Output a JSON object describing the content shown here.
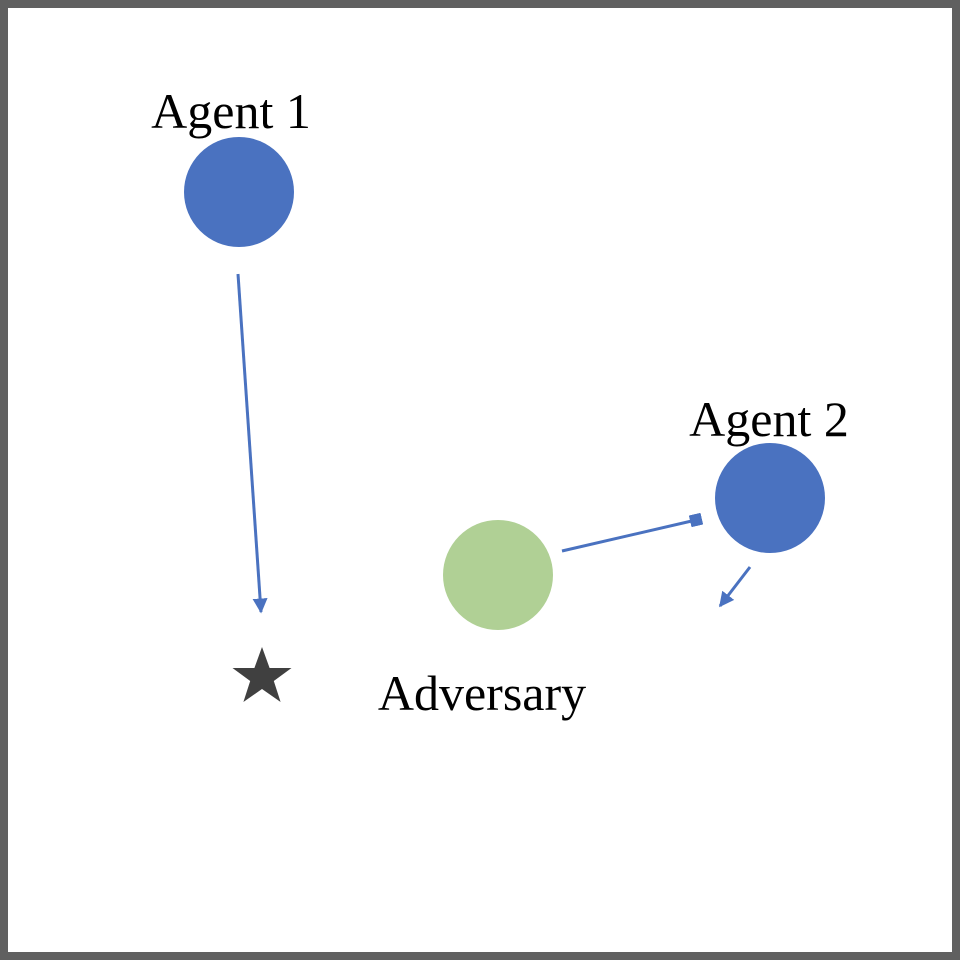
{
  "labels": {
    "agent_1": "Agent 1",
    "agent_2": "Agent 2",
    "adversary": "Adversary"
  },
  "colors": {
    "agent": "#4a72c0",
    "adversary": "#b0d095",
    "arrow": "#4a72c0",
    "goal": "#404040",
    "frame": "#606060"
  },
  "icons": {
    "goal": "star-icon"
  }
}
